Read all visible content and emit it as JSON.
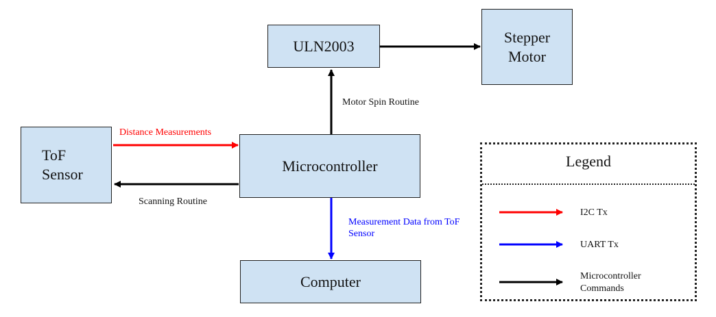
{
  "blocks": {
    "uln": "ULN2003",
    "stepper": "Stepper Motor",
    "tof": "ToF Sensor",
    "mcu": "Microcontroller",
    "computer": "Computer"
  },
  "connections": {
    "motor_spin": "Motor Spin Routine",
    "distance": "Distance Measurements",
    "scanning": "Scanning Routine",
    "measurement_data": "Measurement Data from ToF Sensor"
  },
  "legend": {
    "title": "Legend",
    "items": [
      {
        "label": "I2C Tx",
        "color": "#ff0000"
      },
      {
        "label": "UART Tx",
        "color": "#0000ff"
      },
      {
        "label": "Microcontroller Commands",
        "color": "#000000"
      }
    ]
  },
  "colors": {
    "block_fill": "#cfe2f3",
    "distance_label": "#ff0000",
    "measurement_label": "#0000ff"
  }
}
